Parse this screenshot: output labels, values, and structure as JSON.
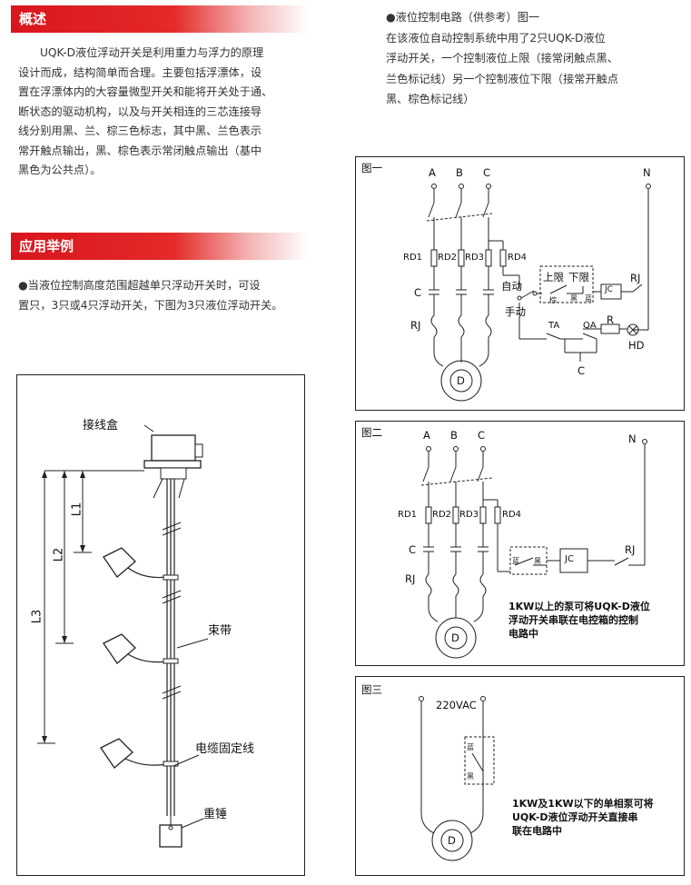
{
  "overview": {
    "heading": "概述",
    "lines": [
      "UQK-D液位浮动开关是利用重力与浮力的原理",
      "设计而成，结构简单而合理。主要包括浮漂体，设",
      "置在浮漂体内的大容量微型开关和能将开关处于通、",
      "断状态的驱动机构，以及与开关相连的三芯连接导",
      "线分别用黑、兰、棕三色标志，其中黑、兰色表示",
      "常开触点输出，黑、棕色表示常闭触点输出（基中",
      "黑色为公共点）。"
    ]
  },
  "application": {
    "heading": "应用举例",
    "lines": [
      "●当液位控制高度范围超越单只浮动开关时，可设",
      "置只，3只或4只浮动开关，下图为3只液位浮动开关。"
    ]
  },
  "control_circuit": {
    "lines": [
      "●液位控制电路（供参考）图一",
      "在该液位自动控制系统中用了2只UQK-D液位",
      "浮动开关，一个控制液位上限（接常闭触点黑、",
      "兰色标记线）另一个控制液位下限（接常开触点",
      "黑、棕色标记线）"
    ]
  },
  "install_diagram": {
    "junction_box": "接线盒",
    "l1": "L1",
    "l2": "L2",
    "l3": "L3",
    "strap": "束带",
    "cable_fix": "电缆固定线",
    "weight": "重锤"
  },
  "fig1": {
    "title": "图一",
    "phase_a": "A",
    "phase_b": "B",
    "phase_c": "C",
    "neutral": "N",
    "rd1": "RD1",
    "rd2": "RD2",
    "rd3": "RD3",
    "rd4": "RD4",
    "c": "C",
    "rj": "RJ",
    "motor": "D",
    "auto": "自动",
    "manual": "手动",
    "upper": "上限",
    "lower": "下限",
    "brown": "棕",
    "black": "黑",
    "blue": "蓝",
    "jc": "JC",
    "rj2": "RJ",
    "r": "R",
    "hd": "HD",
    "ta": "TA",
    "qa": "QA",
    "c2": "C"
  },
  "fig2": {
    "title": "图二",
    "phase_a": "A",
    "phase_b": "B",
    "phase_c": "C",
    "neutral": "N",
    "rd1": "RD1",
    "rd2": "RD2",
    "rd3": "RD3",
    "rd4": "RD4",
    "c": "C",
    "rj": "RJ",
    "motor": "D",
    "blue": "蓝",
    "black": "黑",
    "jc": "JC",
    "rj2": "RJ",
    "note": [
      "1KW以上的泵可将UQK-D液位",
      "浮动开关串联在电控箱的控制",
      "电路中"
    ]
  },
  "fig3": {
    "title": "图三",
    "voltage": "220VAC",
    "blue": "蓝",
    "black": "黑",
    "motor": "D",
    "note": [
      "1KW及1KW以下的单相泵可将",
      "UQK-D液位浮动开关直接串",
      "联在电路中"
    ]
  }
}
